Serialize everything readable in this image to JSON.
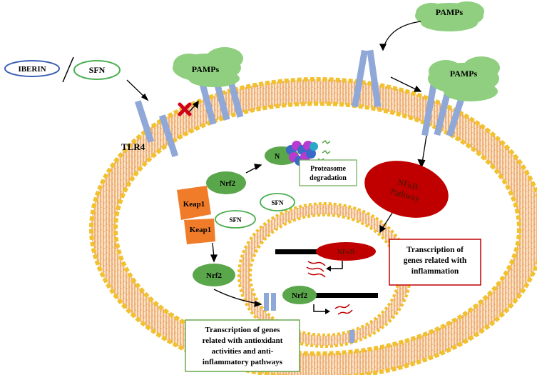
{
  "labels": {
    "iberin": "IBERIN",
    "sfn": "SFN",
    "tlr4": "TLR4",
    "pamps_top": "PAMPs",
    "pamps_left": "PAMPs",
    "pamps_right": "PAMPs",
    "nfkb_pathway_line1": "NFκB",
    "nfkb_pathway_line2": "Pathway",
    "proteasome_line1": "Proteasome",
    "proteasome_line2": "degradation",
    "keap1_a": "Keap1",
    "nrf2_a": "Nrf2",
    "keap1_b": "Keap1",
    "sfn_bound": "SFN",
    "sfn_free": "SFN",
    "nrf2_free": "Nrf2",
    "nrf2_dna": "Nrf2",
    "nfkb_dna": "NFκB",
    "proteasome_n": "N",
    "inflammation_box": [
      "Transcription of",
      "genes related with",
      "inflammation"
    ],
    "antioxidant_box": [
      "Transcription of genes",
      "related with antioxidant",
      "activities and anti-",
      "inflammatory pathways"
    ]
  },
  "colors": {
    "membrane_head": "#f2c12e",
    "membrane_tail": "#e07b2a",
    "receptor": "#8fa8d8",
    "cloud": "#8fcf7f",
    "nrf2": "#5aa64a",
    "keap1": "#f07c2a",
    "nfkb": "#c00000",
    "iberin_ring": "#3a5fb5",
    "sfn_ring": "#4caf50",
    "red_box_border": "#c00000",
    "green_box_border": "#6aa84f",
    "block_x": "#d0021b"
  }
}
